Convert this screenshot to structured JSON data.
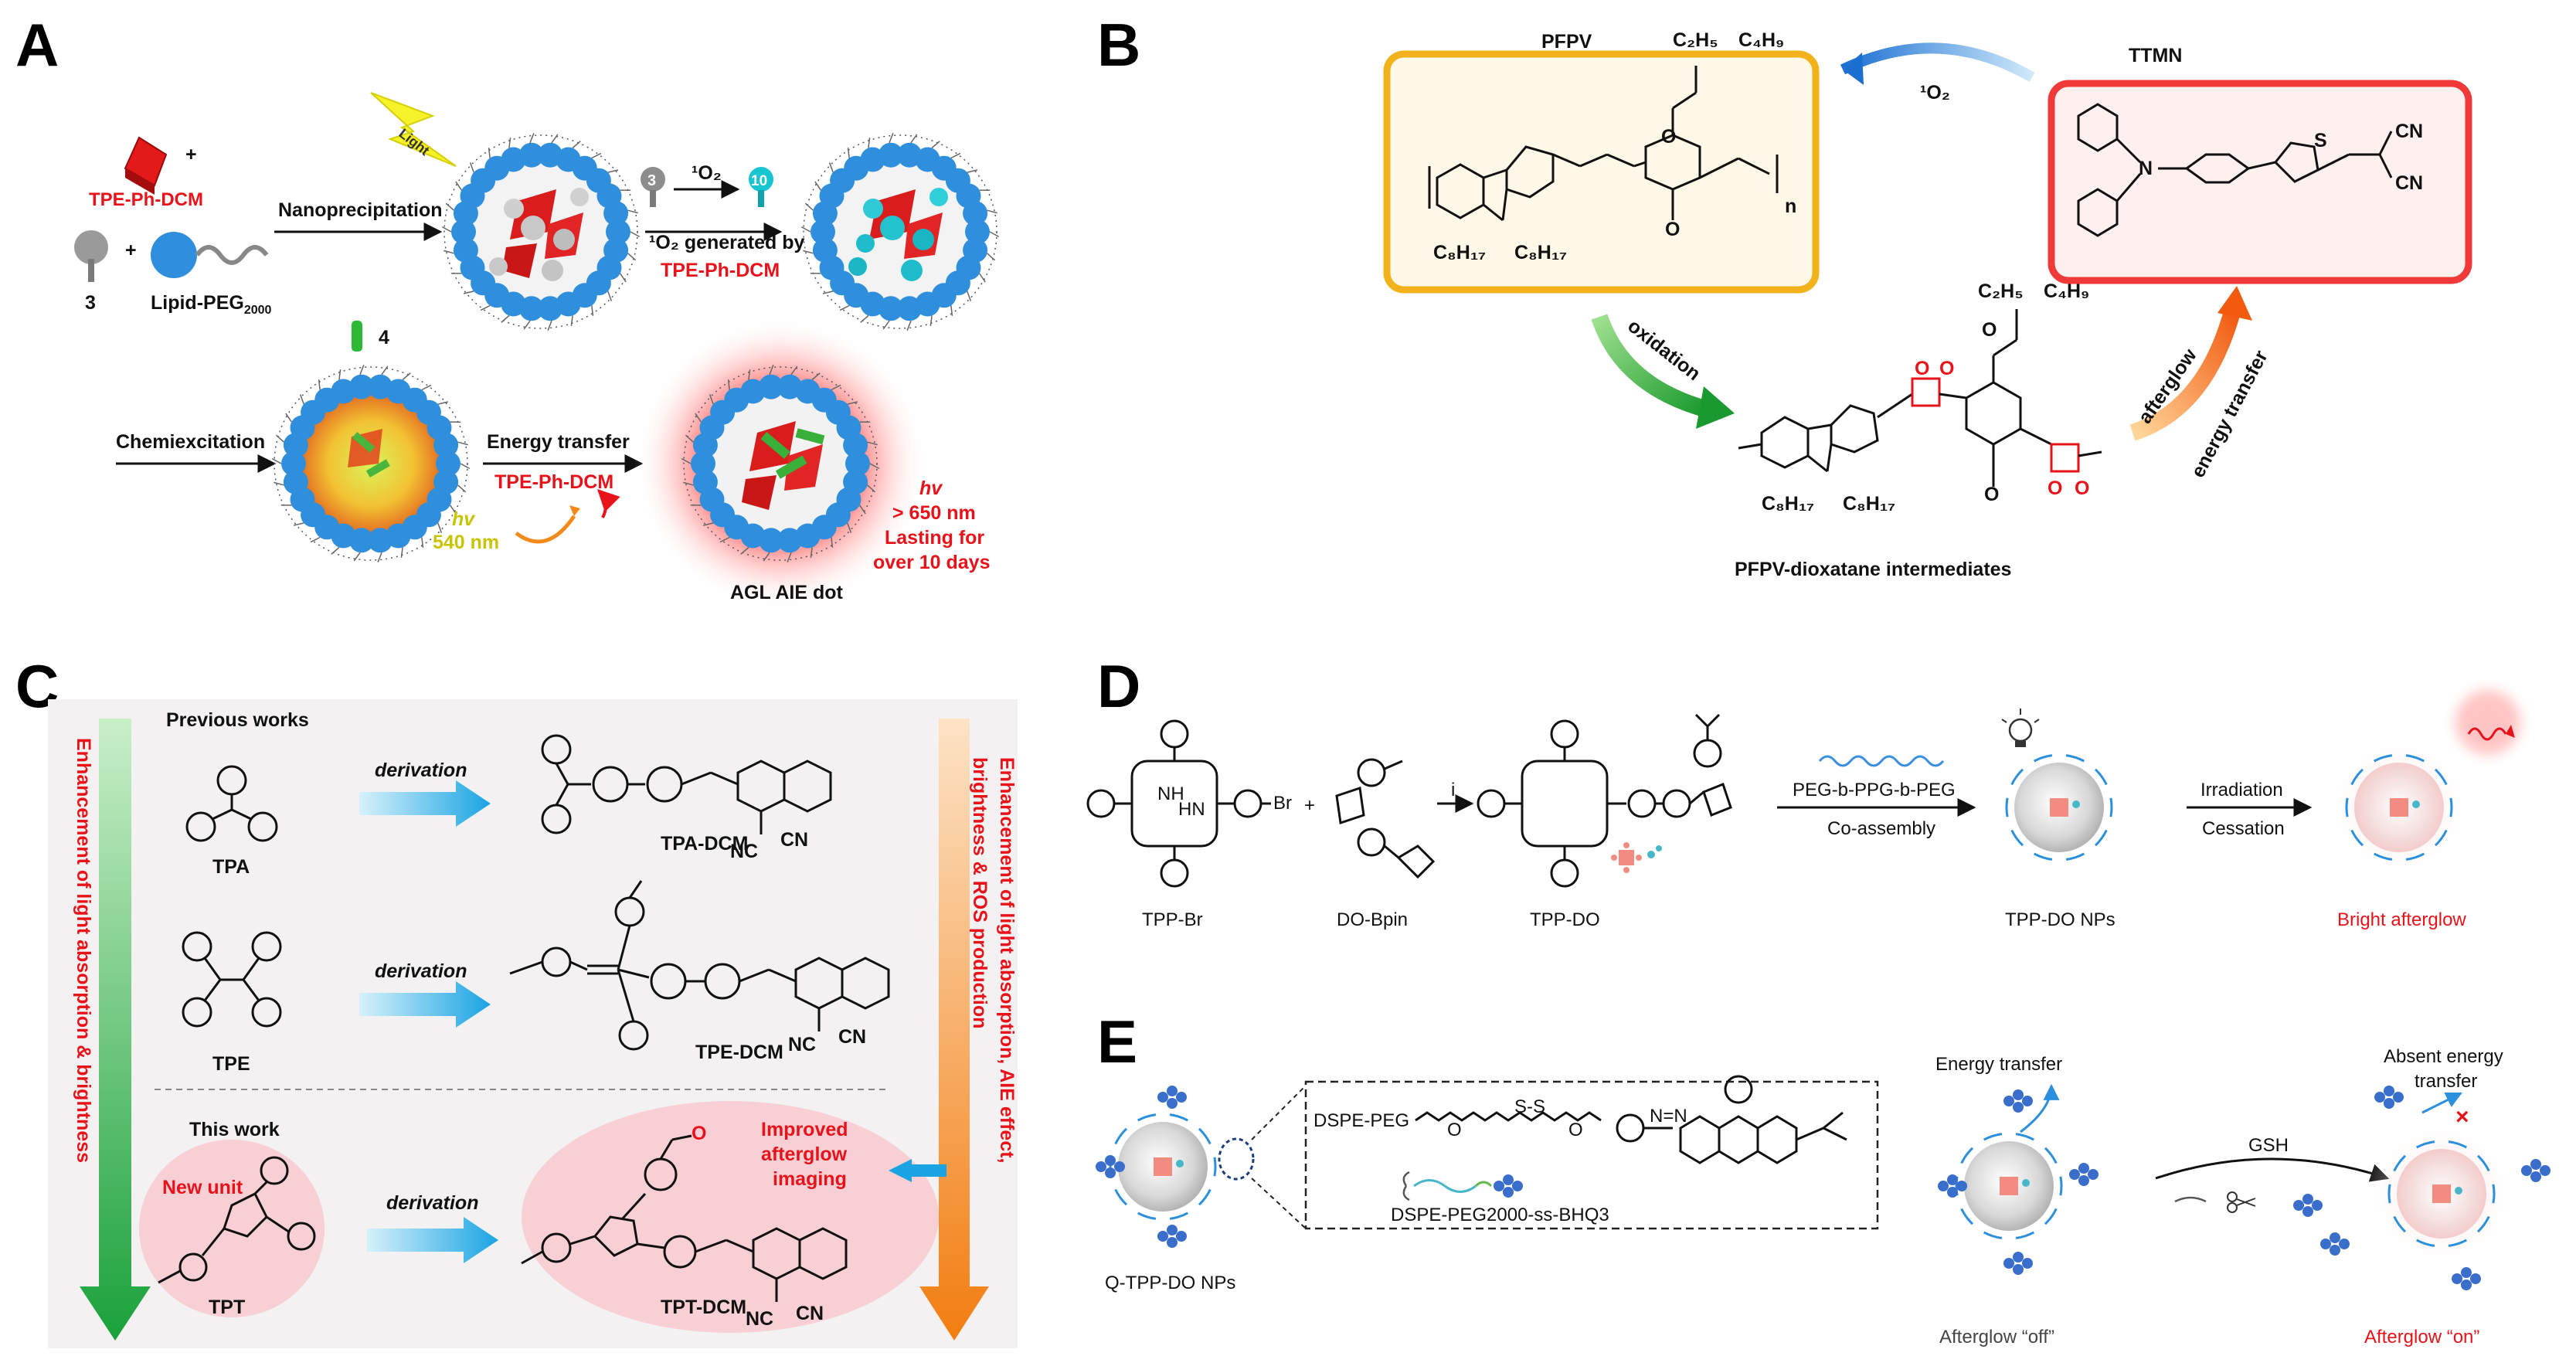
{
  "panels": {
    "A": {
      "letter": "A",
      "tpe_ph_dcm": "TPE-Ph-DCM",
      "plus1": "+",
      "plus2": "+",
      "compound3": "3",
      "lipid": "Lipid-PEG",
      "lipid_sub": "2000",
      "nanoprecipitation": "Nanoprecipitation",
      "light": "Light",
      "badge3": "3",
      "badge10": "10",
      "singlet_o2": "¹O₂",
      "generated_by": "¹O₂ generated by",
      "generated_src": "TPE-Ph-DCM",
      "compound4": "4",
      "chemiexcitation": "Chemiexcitation",
      "energy_transfer": "Energy transfer",
      "energy_src": "TPE-Ph-DCM",
      "hv1": "hv",
      "wl1": "540 nm",
      "hv2": "hv",
      "wl2": "> 650 nm",
      "lasting1": "Lasting for",
      "lasting2": "over 10 days",
      "dot_label": "AGL AIE dot"
    },
    "B": {
      "letter": "B",
      "pfpv": "PFPV",
      "ttmn": "TTMN",
      "o2": "¹O₂",
      "oxidation": "oxidation",
      "afterglow": "afterglow",
      "energy_transfer": "energy transfer",
      "intermediates": "PFPV-dioxatane intermediates",
      "c2h5": "C₂H₅",
      "c4h9": "C₄H₉",
      "c8h17a": "C₈H₁₇",
      "c8h17b": "C₈H₁₇",
      "n": "n",
      "cn1": "CN",
      "cn2": "CN",
      "s": "S",
      "nitrogen": "N"
    },
    "C": {
      "letter": "C",
      "left_arrow_text": "Enhancement of light absorption & brightness",
      "right_arrow_text1": "Enhancement of light absorption, AIE effect,",
      "right_arrow_text2": "brightness & ROS production",
      "previous_works": "Previous works",
      "tpa": "TPA",
      "tpa_dcm": "TPA-DCM",
      "tpe": "TPE",
      "tpe_dcm": "TPE-DCM",
      "derivation1": "derivation",
      "derivation2": "derivation",
      "derivation3": "derivation",
      "this_work": "This work",
      "new_unit": "New unit",
      "tpt": "TPT",
      "tpt_dcm": "TPT-DCM",
      "improved1": "Improved",
      "improved2": "afterglow",
      "improved3": "imaging"
    },
    "D": {
      "letter": "D",
      "tpp_br": "TPP-Br",
      "do_bpin": "DO-Bpin",
      "tpp_do": "TPP-DO",
      "step_i": "i",
      "peg": "PEG-b-PPG-b-PEG",
      "coassembly": "Co-assembly",
      "tpp_do_nps": "TPP-DO NPs",
      "irradiation": "Irradiation",
      "cessation": "Cessation",
      "bright_afterglow": "Bright afterglow",
      "plus": "+",
      "br": "Br"
    },
    "E": {
      "letter": "E",
      "dspe_peg": "DSPE-PEG",
      "dspe_full": "DSPE-PEG2000-ss-BHQ3",
      "q_tpp": "Q-TPP-DO NPs",
      "energy_transfer": "Energy transfer",
      "afterglow_off": "Afterglow “off”",
      "gsh": "GSH",
      "absent1": "Absent energy",
      "absent2": "transfer",
      "afterglow_on": "Afterglow “on”"
    }
  },
  "colors": {
    "red": "#e8131a",
    "blue_bead": "#2f8fdc",
    "green_arrow": "#2fae3a",
    "orange_arrow": "#f2821c",
    "cyan_arrow": "#2aa7e0",
    "pfpv_box": "#f2b21c",
    "ttmn_box": "#f03a3a"
  }
}
